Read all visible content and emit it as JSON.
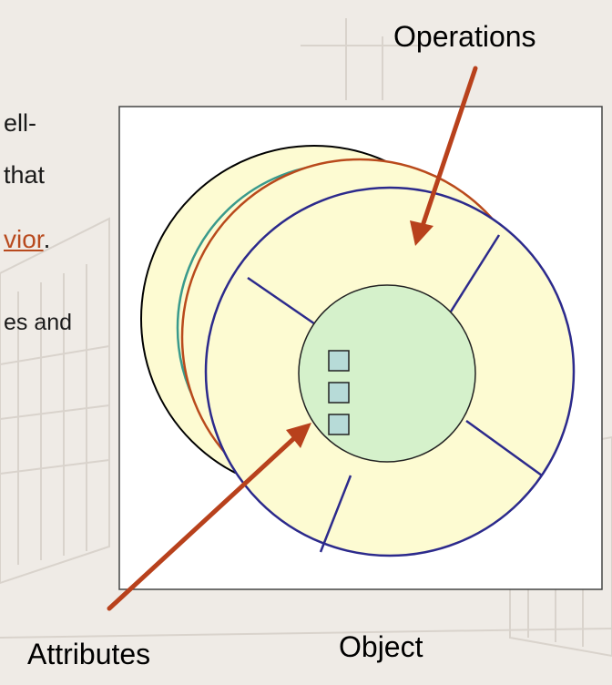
{
  "slide_text": {
    "line1": "ell-",
    "line2": "that",
    "line3_link": "vior",
    "line3_punct": ".",
    "line4": "es and"
  },
  "diagram": {
    "label_operations": "Operations",
    "label_attributes": "Attributes",
    "label_object": "Object"
  },
  "colors": {
    "outer_fill": "#fdfbd2",
    "inner_fill": "#d5f1cb",
    "attribute_fill": "#b7dbd8",
    "teal_ring": "#3a9a8c",
    "red_ring": "#b94a1c",
    "blue_ring": "#2c2a8c",
    "arrow": "#b8411c",
    "link_text": "#b84a1e"
  }
}
